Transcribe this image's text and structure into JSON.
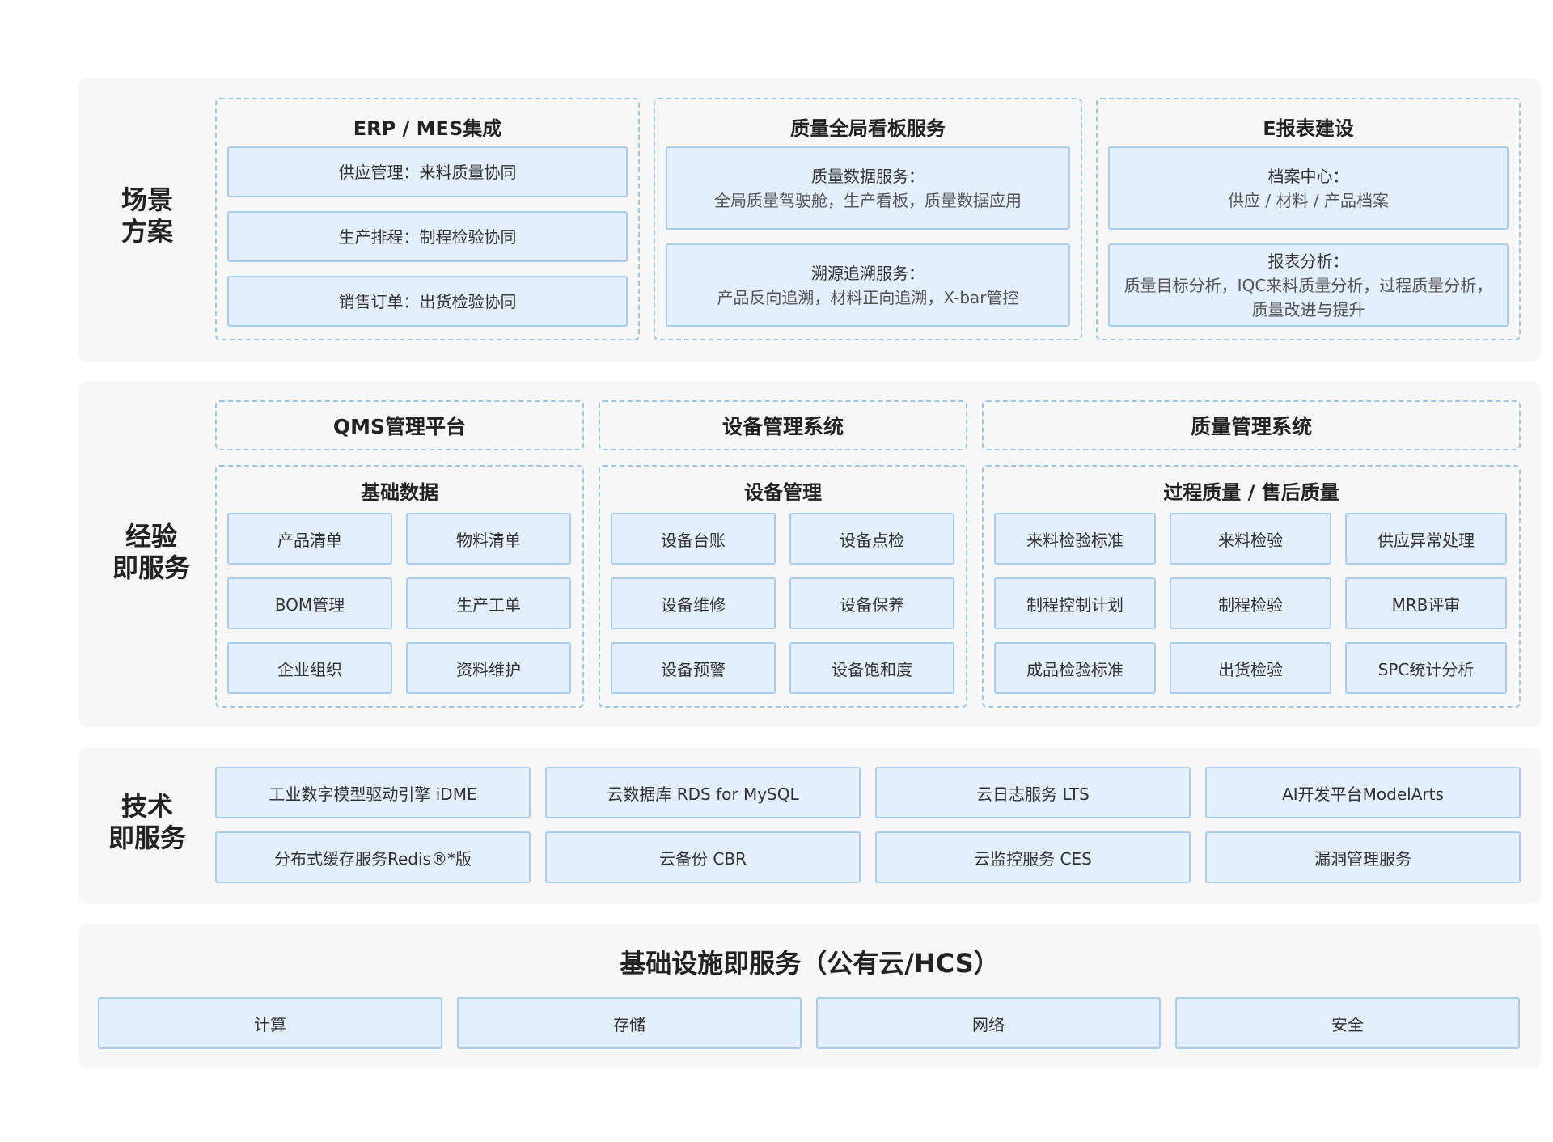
{
  "scenario": {
    "label_lines": [
      "场景",
      "方案"
    ],
    "groups": [
      {
        "title": "ERP / MES集成",
        "boxes": [
          {
            "lines": [
              "供应管理：来料质量协同"
            ]
          },
          {
            "lines": [
              "生产排程：制程检验协同"
            ]
          },
          {
            "lines": [
              "销售订单：出货检验协同"
            ]
          }
        ]
      },
      {
        "title": "质量全局看板服务",
        "boxes": [
          {
            "lines": [
              "质量数据服务：",
              "全局质量驾驶舱，生产看板，质量数据应用"
            ]
          },
          {
            "lines": [
              "溯源追溯服务：",
              "产品反向追溯，材料正向追溯，X-bar管控"
            ]
          }
        ]
      },
      {
        "title": "E报表建设",
        "boxes": [
          {
            "lines": [
              "档案中心：",
              "供应 / 材料 / 产品档案"
            ]
          },
          {
            "lines": [
              "报表分析：",
              "质量目标分析，IQC来料质量分析，过程质量分析，",
              "质量改进与提升"
            ]
          }
        ]
      }
    ]
  },
  "experience": {
    "label_lines": [
      "经验",
      "即服务"
    ],
    "systems": [
      "QMS管理平台",
      "设备管理系统",
      "质量管理系统"
    ],
    "modules": [
      {
        "title": "基础数据",
        "items": [
          "产品清单",
          "物料清单",
          "BOM管理",
          "生产工单",
          "企业组织",
          "资料维护"
        ]
      },
      {
        "title": "设备管理",
        "items": [
          "设备台账",
          "设备点检",
          "设备维修",
          "设备保养",
          "设备预警",
          "设备饱和度"
        ]
      },
      {
        "title": "过程质量 / 售后质量",
        "items": [
          "来料检验标准",
          "来料检验",
          "供应异常处理",
          "制程控制计划",
          "制程检验",
          "MRB评审",
          "成品检验标准",
          "出货检验",
          "SPC统计分析"
        ]
      }
    ]
  },
  "technology": {
    "label_lines": [
      "技术",
      "即服务"
    ],
    "items": [
      "工业数字模型驱动引擎 iDME",
      "云数据库 RDS for MySQL",
      "云日志服务 LTS",
      "AI开发平台ModelArts",
      "分布式缓存服务Redis®*版",
      "云备份 CBR",
      "云监控服务 CES",
      "漏洞管理服务"
    ]
  },
  "infrastructure": {
    "title": "基础设施即服务（公有云/HCS）",
    "items": [
      "计算",
      "存储",
      "网络",
      "安全"
    ]
  }
}
